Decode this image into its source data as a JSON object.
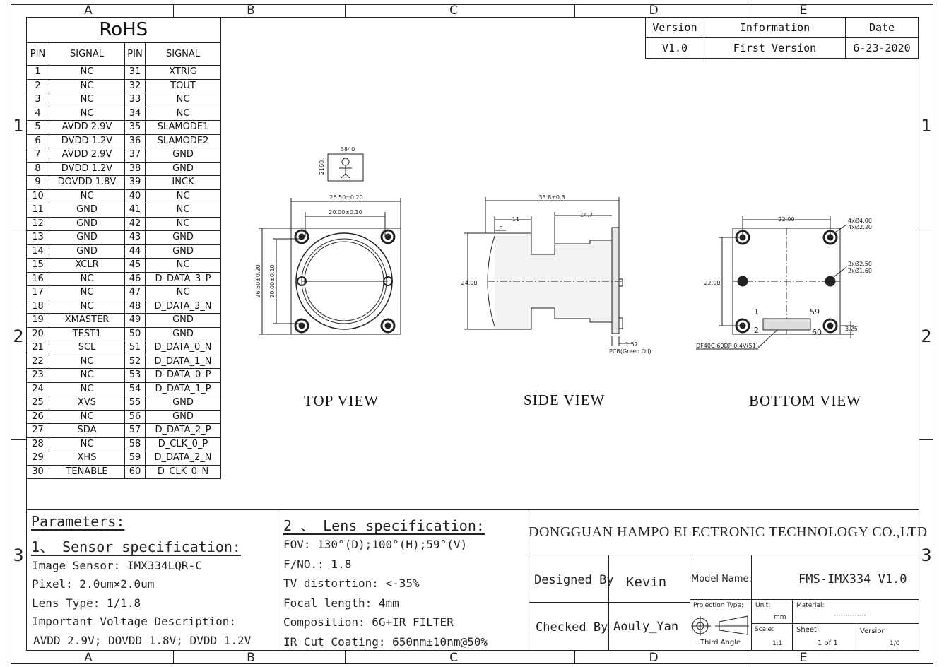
{
  "zones_top": [
    "A",
    "B",
    "C",
    "D",
    "E"
  ],
  "zones_side": [
    "1",
    "2",
    "3"
  ],
  "rohs": "RoHS",
  "pin_header": {
    "pin": "PIN",
    "signal": "SIGNAL"
  },
  "pins": [
    [
      "1",
      "NC",
      "31",
      "XTRIG"
    ],
    [
      "2",
      "NC",
      "32",
      "TOUT"
    ],
    [
      "3",
      "NC",
      "33",
      "NC"
    ],
    [
      "4",
      "NC",
      "34",
      "NC"
    ],
    [
      "5",
      "AVDD 2.9V",
      "35",
      "SLAMODE1"
    ],
    [
      "6",
      "DVDD 1.2V",
      "36",
      "SLAMODE2"
    ],
    [
      "7",
      "AVDD 2.9V",
      "37",
      "GND"
    ],
    [
      "8",
      "DVDD 1.2V",
      "38",
      "GND"
    ],
    [
      "9",
      "DOVDD 1.8V",
      "39",
      "INCK"
    ],
    [
      "10",
      "NC",
      "40",
      "NC"
    ],
    [
      "11",
      "GND",
      "41",
      "NC"
    ],
    [
      "12",
      "GND",
      "42",
      "NC"
    ],
    [
      "13",
      "GND",
      "43",
      "GND"
    ],
    [
      "14",
      "GND",
      "44",
      "GND"
    ],
    [
      "15",
      "XCLR",
      "45",
      "NC"
    ],
    [
      "16",
      "NC",
      "46",
      "D_DATA_3_P"
    ],
    [
      "17",
      "NC",
      "47",
      "NC"
    ],
    [
      "18",
      "NC",
      "48",
      "D_DATA_3_N"
    ],
    [
      "19",
      "XMASTER",
      "49",
      "GND"
    ],
    [
      "20",
      "TEST1",
      "50",
      "GND"
    ],
    [
      "21",
      "SCL",
      "51",
      "D_DATA_0_N"
    ],
    [
      "22",
      "NC",
      "52",
      "D_DATA_1_N"
    ],
    [
      "23",
      "NC",
      "53",
      "D_DATA_0_P"
    ],
    [
      "24",
      "NC",
      "54",
      "D_DATA_1_P"
    ],
    [
      "25",
      "XVS",
      "55",
      "GND"
    ],
    [
      "26",
      "NC",
      "56",
      "GND"
    ],
    [
      "27",
      "SDA",
      "57",
      "D_DATA_2_P"
    ],
    [
      "28",
      "NC",
      "58",
      "D_CLK_0_P"
    ],
    [
      "29",
      "XHS",
      "59",
      "D_DATA_2_N"
    ],
    [
      "30",
      "TENABLE",
      "60",
      "D_CLK_0_N"
    ]
  ],
  "version_table": {
    "headers": [
      "Version",
      "Information",
      "Date"
    ],
    "row": [
      "V1.0",
      "First Version",
      "6-23-2020"
    ]
  },
  "resolution": {
    "w": "3840",
    "h": "2160"
  },
  "top_view": {
    "label": "TOP VIEW",
    "dim_outer_w": "26.50±0.20",
    "dim_inner_w": "20.00±0.10",
    "dim_outer_h": "26.50±0.20",
    "dim_inner_h": "20.00±0.10"
  },
  "side_view": {
    "label": "SIDE VIEW",
    "dim_total": "33.8±0.3",
    "dim_a": "11",
    "dim_b": "5",
    "dim_c": "14.7",
    "dim_h": "24.00",
    "dim_pcb": "1.57",
    "pcb_note": "PCB(Green Oil)"
  },
  "bottom_view": {
    "label": "BOTTOM VIEW",
    "dim_w": "22.00",
    "dim_h": "22.00",
    "holes_big": "4xØ4.00",
    "holes_big2": "4xØ2.20",
    "holes_small": "2xØ2.50",
    "holes_small2": "2xØ1.60",
    "pin1": "1",
    "pin59": "59",
    "pin2": "2",
    "pin60": "60",
    "dim_325": "3.25",
    "connector": "DF40C-60DP-0.4V(51)"
  },
  "params": {
    "title": "Parameters:",
    "sensor_title": "1、 Sensor specification:",
    "sensor": [
      "Image Sensor: IMX334LQR-C",
      "Pixel: 2.0um×2.0um",
      "Lens Type: 1/1.8",
      "Important Voltage Description:",
      "AVDD 2.9V; DOVDD 1.8V; DVDD 1.2V"
    ],
    "lens_title": "2 、 Lens specification:",
    "lens": [
      "FOV: 130°(D);100°(H);59°(V)",
      "F/NO.: 1.8",
      "TV distortion: <-35%",
      "Focal length: 4mm",
      "Composition: 6G+IR FILTER",
      "IR Cut Coating: 650nm±10nm@50%"
    ]
  },
  "title_block": {
    "company": "DONGGUAN HAMPO ELECTRONIC TECHNOLOGY CO.,LTD",
    "designed_by_label": "Designed By",
    "designed_by": "Kevin",
    "checked_by_label": "Checked By",
    "checked_by": "Aouly_Yan",
    "model_label": "Model Name:",
    "model": "FMS-IMX334 V1.0",
    "projection_label": "Projection Type:",
    "projection": "Third Angle",
    "unit_label": "Unit:",
    "unit": "mm",
    "material_label": "Material:",
    "material": "--------------",
    "scale_label": "Scale:",
    "scale": "1:1",
    "sheet_label": "Sheet:",
    "sheet": "1 of 1",
    "version_label": "Version:",
    "version": "1/0"
  }
}
